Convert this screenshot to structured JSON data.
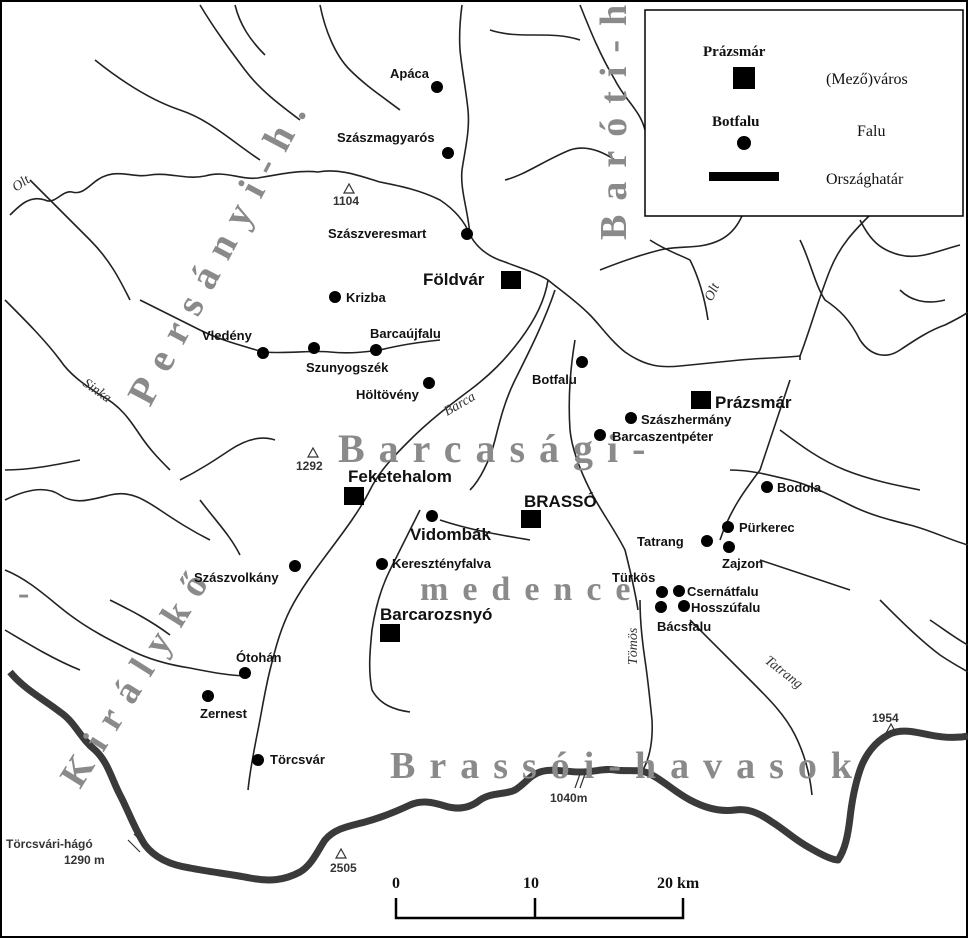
{
  "mountains": {
    "persanyi": "Persányi-h.",
    "baroti": "Baróti-h.",
    "barcasagi": "Barcasági-",
    "medence": "medence",
    "brassoi": "Brassói-havasok",
    "kiralyko": "Királykő"
  },
  "rivers": {
    "olt_west": "Olt",
    "olt_east": "Olt",
    "sinka": "Sinka",
    "barca": "Barca",
    "tomos": "Tömös",
    "tatrang": "Tatrang"
  },
  "peaks": {
    "p1104": "1104",
    "p1292": "1292",
    "p1954": "1954",
    "p2505": "2505",
    "p1040": "1040m",
    "torcsvari_pass": "Törcsvári-hágó",
    "torcsvari_alt": "1290 m"
  },
  "towns": {
    "foldvar": "Földvár",
    "prazsmar": "Prázsmár",
    "feketehalom": "Feketehalom",
    "brasso": "BRASSÓ",
    "barcarozsnyo": "Barcarozsnyó"
  },
  "villages": {
    "apaca": "Apáca",
    "szaszmagyaros": "Szászmagyarós",
    "szaszveresmart": "Szászveresmart",
    "krizba": "Krizba",
    "vledeny": "Vledény",
    "barcaujfalu": "Barcaújfalu",
    "szunyogszek": "Szunyogszék",
    "holtoveny": "Höltövény",
    "botfalu": "Botfalu",
    "szaszhermany": "Szászhermány",
    "barcaszentpeter": "Barcaszentpéter",
    "bodola": "Bodola",
    "purkerec": "Pürkerec",
    "tatrang": "Tatrang",
    "zajzon": "Zajzon",
    "vidombak": "Vidombák",
    "kereszteny": "Keresztényfalva",
    "szaszvolkany": "Szászvolkány",
    "turkos": "Türkös",
    "csernatfalu": "Csernátfalu",
    "hosszufalu": "Hosszúfalu",
    "bacsfalu": "Bácsfalu",
    "otohan": "Ótohán",
    "zernest": "Zernest",
    "torcsvar": "Törcsvár"
  },
  "legend": {
    "town_example": "Prázsmár",
    "town_desc": "(Mező)város",
    "village_example": "Botfalu",
    "village_desc": "Falu",
    "border_desc": "Országhatár"
  },
  "scale": {
    "zero": "0",
    "ten": "10",
    "twenty": "20 km"
  },
  "colors": {
    "border": "#3a3a3a",
    "river": "#222222",
    "mountain_text": "#8a8a8a"
  }
}
